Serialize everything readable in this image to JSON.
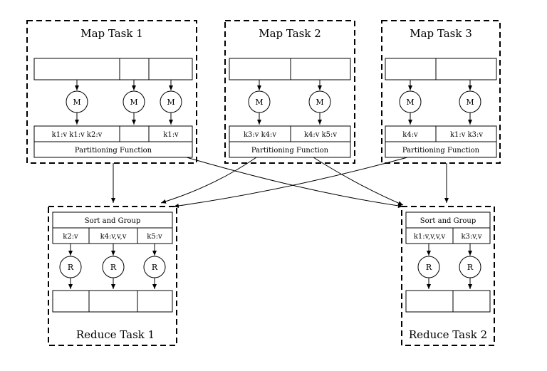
{
  "map_tasks": [
    {
      "title": "Map Task 1",
      "mapper_label": "M",
      "outputs": [
        "k1:v k1:v k2:v",
        "",
        "k1:v"
      ],
      "partition_label": "Partitioning Function"
    },
    {
      "title": "Map Task 2",
      "mapper_label": "M",
      "outputs": [
        "k3:v k4:v",
        "k4:v k5:v"
      ],
      "partition_label": "Partitioning Function"
    },
    {
      "title": "Map Task 3",
      "mapper_label": "M",
      "outputs": [
        "k4:v",
        "k1:v k3:v"
      ],
      "partition_label": "Partitioning Function"
    }
  ],
  "reduce_tasks": [
    {
      "title": "Reduce Task 1",
      "sort_label": "Sort and Group",
      "groups": [
        "k2:v",
        "k4:v,v,v",
        "k5:v"
      ],
      "reducer_label": "R"
    },
    {
      "title": "Reduce Task 2",
      "sort_label": "Sort and Group",
      "groups": [
        "k1:v,v,v,v",
        "k3:v,v"
      ],
      "reducer_label": "R"
    }
  ]
}
